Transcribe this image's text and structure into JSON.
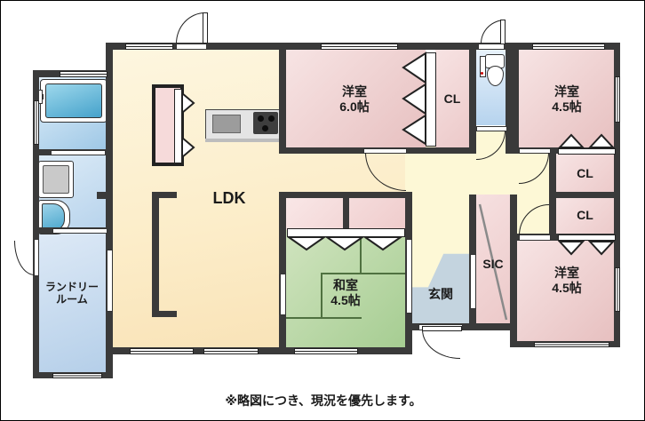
{
  "floorplan": {
    "rooms": {
      "ldk": {
        "label": "LDK"
      },
      "western_6": {
        "name": "洋室",
        "size": "6.0帖"
      },
      "closet_main": {
        "label": "CL"
      },
      "western_45_ne": {
        "name": "洋室",
        "size": "4.5帖"
      },
      "closet_1": {
        "label": "CL"
      },
      "closet_2": {
        "label": "CL"
      },
      "western_45_se": {
        "name": "洋室",
        "size": "4.5帖"
      },
      "japanese_45": {
        "name": "和室",
        "size": "4.5帖"
      },
      "entrance": {
        "label": "玄関"
      },
      "sic": {
        "label": "SIC"
      },
      "laundry": {
        "label_line1": "ランドリー",
        "label_line2": "ルーム"
      }
    },
    "fixtures": [
      "bathtub",
      "washing-machine",
      "sink",
      "toilet",
      "kitchen-counter",
      "pantry"
    ],
    "colors": {
      "wall": "#3a3a3a",
      "ldk": "#fcefcd",
      "western_room": "#f0d4d4",
      "japanese_room": "#bad7a5",
      "water_area": "#c9def0",
      "hall": "#fdf8d6",
      "genkan_floor": "#c4d4df"
    },
    "caption": "※略図につき、現況を優先します。"
  }
}
